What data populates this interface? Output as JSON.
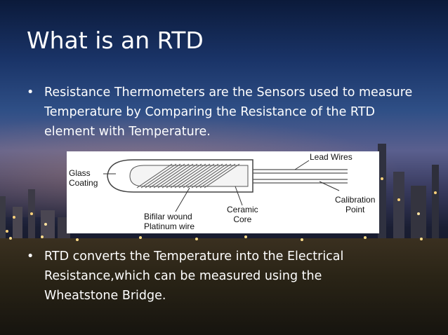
{
  "slide": {
    "title": "What is an RTD",
    "bullets": [
      {
        "symbol": "•",
        "text": "Resistance Thermometers are the Sensors used to measure Temperature by Comparing the Resistance of the RTD element with Temperature."
      },
      {
        "symbol": "•",
        "text": "RTD converts the Temperature into the Electrical Resistance,which can be measured using the Wheatstone Bridge."
      }
    ]
  },
  "diagram": {
    "labels": {
      "glass_coating": "Glass\nCoating",
      "lead_wires": "Lead Wires",
      "calibration_point": "Calibration\nPoint",
      "ceramic_core": "Ceramic\nCore",
      "bifilar_wound": "Bifilar wound\nPlatinum wire"
    }
  }
}
